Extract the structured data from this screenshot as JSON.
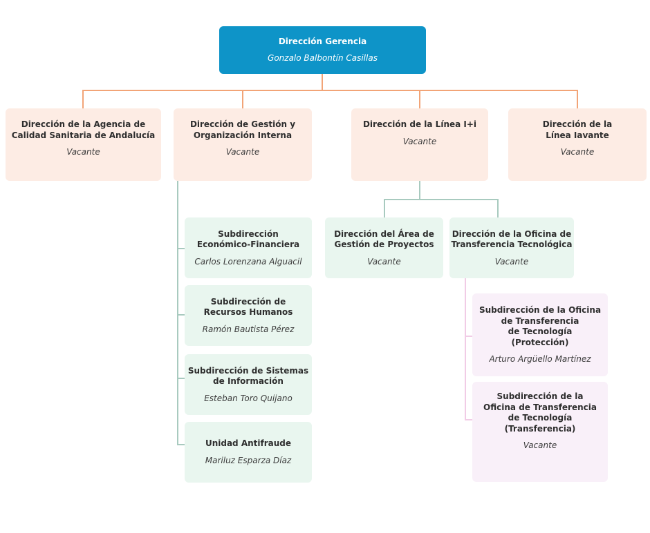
{
  "palette": {
    "root_fill": "#0e94c8",
    "level2_fill": "#fdece4",
    "level3_fill": "#e9f6ef",
    "level4_fill": "#f9f0f9",
    "connector_orange": "#f2a477",
    "connector_sage": "#a8cabf",
    "connector_pink": "#f1cce6",
    "title_text": "#2e2e2e",
    "person_text": "#3c3c3c",
    "root_text": "#ffffff"
  },
  "nodes": {
    "root": {
      "title": "Dirección Gerencia",
      "person": "Gonzalo Balbontín Casillas"
    },
    "agencia": {
      "title": "Dirección de la Agencia de\nCalidad Sanitaria de Andalucía",
      "person": "Vacante"
    },
    "gestion": {
      "title": "Dirección de Gestión y\nOrganización Interna",
      "person": "Vacante"
    },
    "linea_ii": {
      "title": "Dirección de la Línea I+i",
      "person": "Vacante"
    },
    "iavante": {
      "title": "Dirección de la\nLínea Iavante",
      "person": "Vacante"
    },
    "economico": {
      "title": "Subdirección\nEconómico-Financiera",
      "person": "Carlos Lorenzana Alguacil"
    },
    "rrhh": {
      "title": "Subdirección de\nRecursos Humanos",
      "person": "Ramón Bautista Pérez"
    },
    "sistemas": {
      "title": "Subdirección de Sistemas\nde Información",
      "person": "Esteban Toro Quijano"
    },
    "antifraude": {
      "title": "Unidad Antifraude",
      "person": "Mariluz Esparza Díaz"
    },
    "proyectos": {
      "title": "Dirección del Área de\nGestión de Proyectos",
      "person": "Vacante"
    },
    "oficina_tt": {
      "title": "Dirección de la Oficina de\nTransferencia Tecnológica",
      "person": "Vacante"
    },
    "proteccion": {
      "title": "Subdirección de la Oficina\nde Transferencia\nde Tecnología\n(Protección)",
      "person": "Arturo Argüello Martínez"
    },
    "transferencia": {
      "title": "Subdirección de la\nOficina de Transferencia\nde Tecnología\n(Transferencia)",
      "person": "Vacante"
    }
  }
}
